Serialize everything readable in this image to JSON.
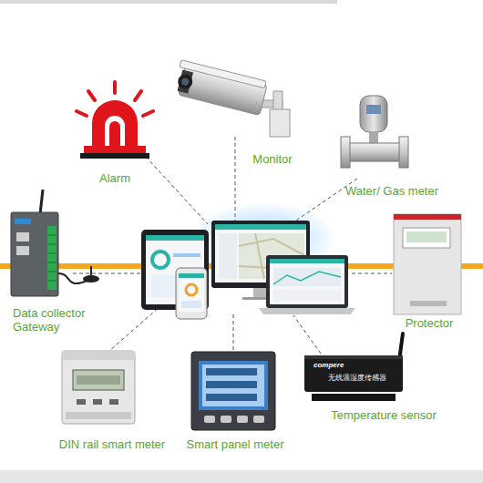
{
  "diagram": {
    "nodes": [
      {
        "text": [
          "Alarm"
        ]
      },
      {
        "text": [
          "Monitor"
        ]
      },
      {
        "text": [
          "Water/ Gas meter"
        ]
      },
      {
        "text": [
          "Data collector Gateway"
        ]
      },
      {
        "text": [
          "Protector"
        ]
      },
      {
        "text": [
          "DIN rail smart meter"
        ]
      },
      {
        "text": [
          "Smart panel meter"
        ]
      },
      {
        "text": [
          "Temperature sensor"
        ]
      }
    ],
    "labels": [
      "compere",
      "无线温湿度传感器"
    ]
  }
}
